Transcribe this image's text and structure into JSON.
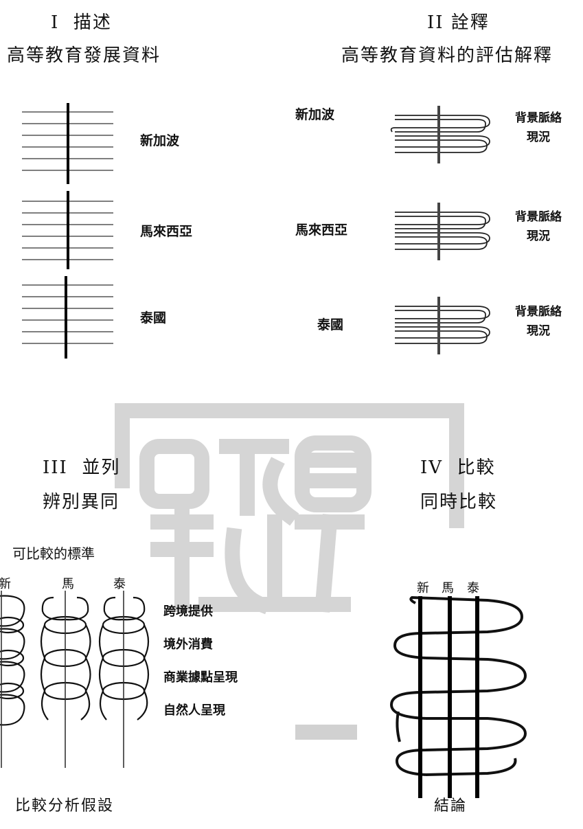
{
  "q1": {
    "roman": "I",
    "title": "描述",
    "subtitle": "高等教育發展資料",
    "countries": [
      "新加波",
      "馬來西亞",
      "泰國"
    ]
  },
  "q2": {
    "roman": "II",
    "title": "詮釋",
    "subtitle": "高等教育資料的評估解釋",
    "countries": [
      "新加波",
      "馬來西亞",
      "泰國"
    ],
    "context_line1": "背景脈絡",
    "context_line2": "現況"
  },
  "q3": {
    "roman": "III",
    "title": "並列",
    "subtitle": "辨別異同",
    "criteria_title": "可比較的標準",
    "columns": [
      "新",
      "馬",
      "泰"
    ],
    "criteria": [
      "跨境提供",
      "境外消費",
      "商業據點呈現",
      "自然人呈現"
    ],
    "caption": "比較分析假設"
  },
  "q4": {
    "roman": "IV",
    "title": "比較",
    "subtitle": "同時比較",
    "columns": [
      "新",
      "馬",
      "泰"
    ],
    "caption": "結論"
  },
  "watermark": {
    "color": "#9a9a9a"
  }
}
